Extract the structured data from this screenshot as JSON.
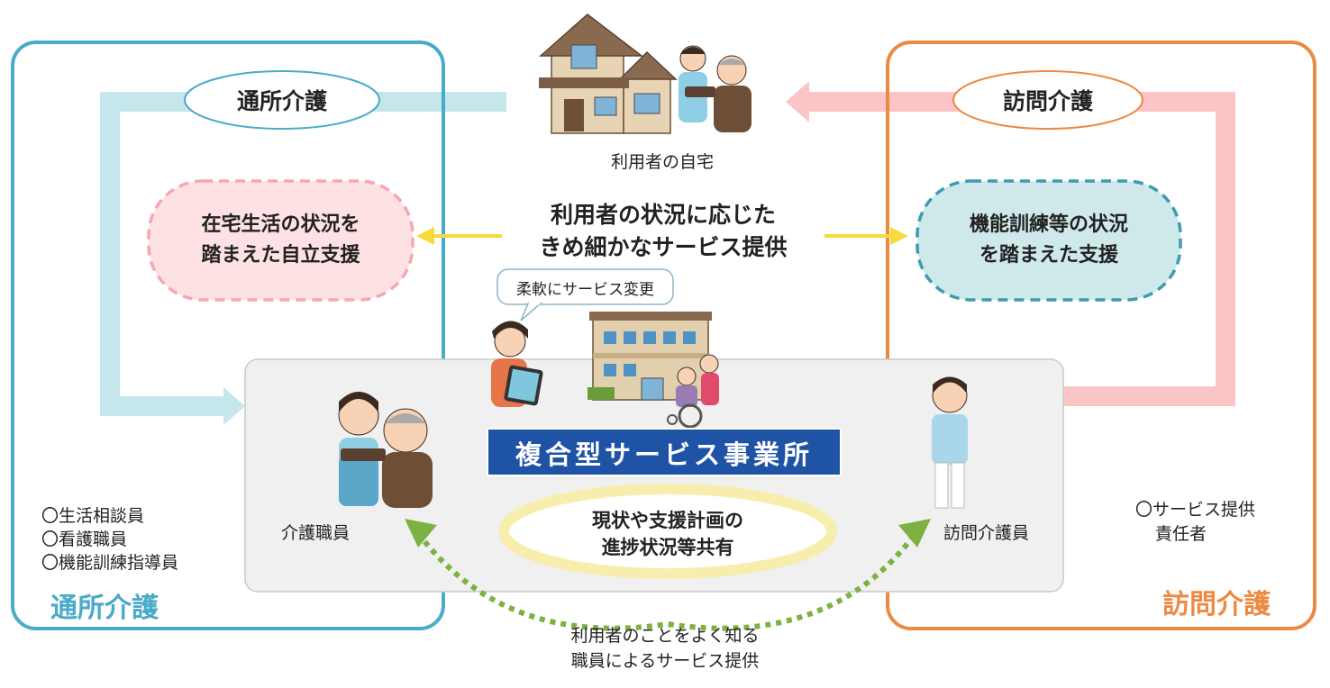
{
  "tsusho": {
    "header": "通所介護",
    "corner": "通所介護",
    "support": [
      "在宅生活の状況を",
      "踏まえた自立支援"
    ],
    "staff": [
      "〇生活相談員",
      "〇看護職員",
      "〇機能訓練指導員"
    ]
  },
  "houmon": {
    "header": "訪問介護",
    "corner": "訪問介護",
    "support": [
      "機能訓練等の状況",
      "を踏まえた支援"
    ],
    "staff": [
      "〇サービス提供",
      "責任者"
    ]
  },
  "home": {
    "caption": "利用者の自宅"
  },
  "center_message": [
    "利用者の状況に応じた",
    "きめ細かなサービス提供"
  ],
  "speech_bubble": "柔軟にサービス変更",
  "office": {
    "banner": "複合型サービス事業所",
    "left_staff": "介護職員",
    "right_staff": "訪問介護員",
    "share": [
      "現状や支援計画の",
      "進捗状況等共有"
    ]
  },
  "bottom_message": [
    "利用者のことをよく知る",
    "職員によるサービス提供"
  ],
  "colors": {
    "tsusho_blue": "#4aaac9",
    "tsusho_light": "#c5e6ea",
    "houmon_orange": "#ec8a43",
    "houmon_light": "#fbc5c5",
    "banner_blue": "#1f53a6",
    "arrow_yellow": "#f7db3c",
    "arrow_green": "#7db242",
    "office_bg": "#f0f0f0"
  }
}
